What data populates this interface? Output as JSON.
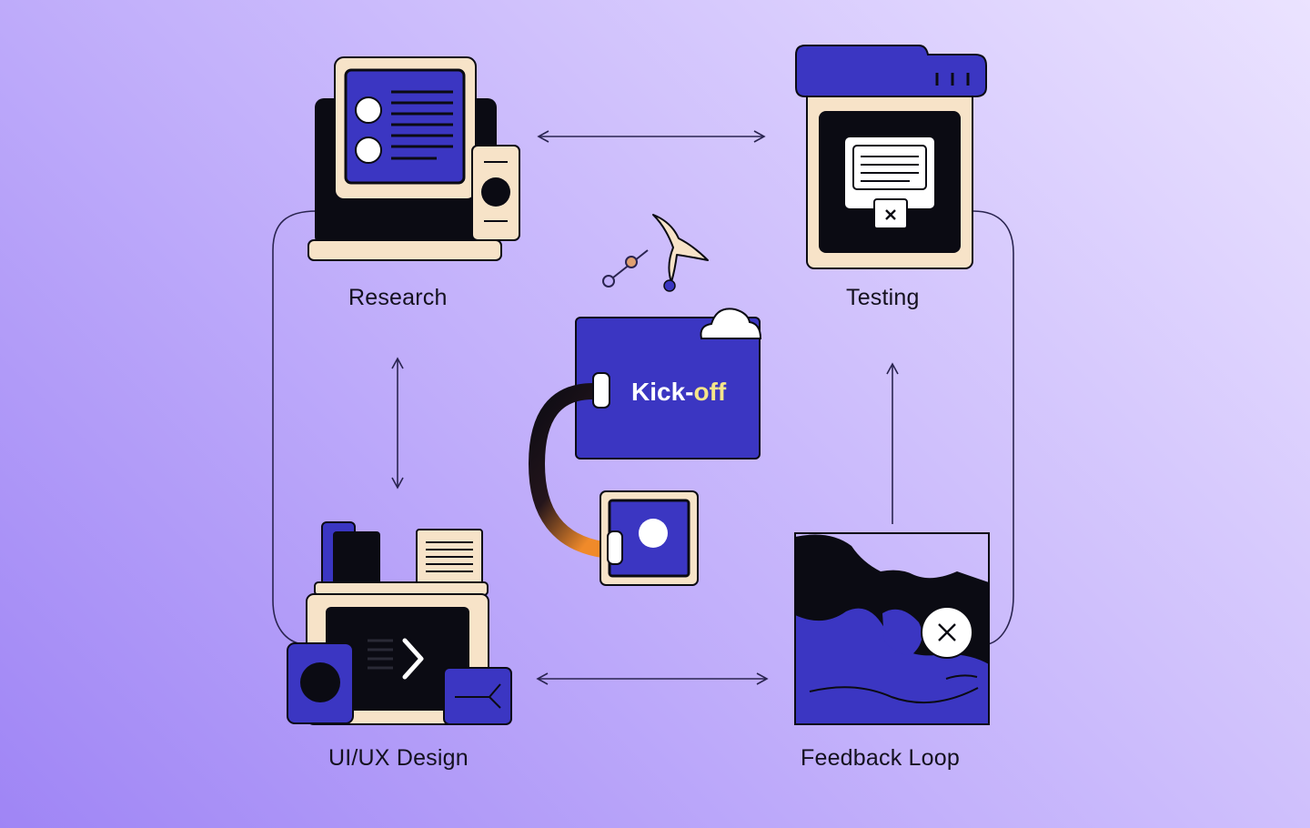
{
  "diagram": {
    "center": {
      "label_part1": "Kick-",
      "label_part2": "off"
    },
    "stages": {
      "research": "Research",
      "testing": "Testing",
      "uiux": "UI/UX Design",
      "feedback": "Feedback Loop"
    }
  },
  "colors": {
    "background_start": "#9f85f5",
    "background_end": "#ebe3ff",
    "indigo": "#3b36c2",
    "black": "#0b0b13",
    "cream": "#f7e3c8",
    "orange": "#f08a2a",
    "line": "#2a2450"
  },
  "icons": [
    "monitor-with-phone",
    "cartridge-monitor",
    "design-workstation",
    "wave-canvas",
    "kickoff-folder",
    "cloud",
    "bird",
    "node-link"
  ]
}
